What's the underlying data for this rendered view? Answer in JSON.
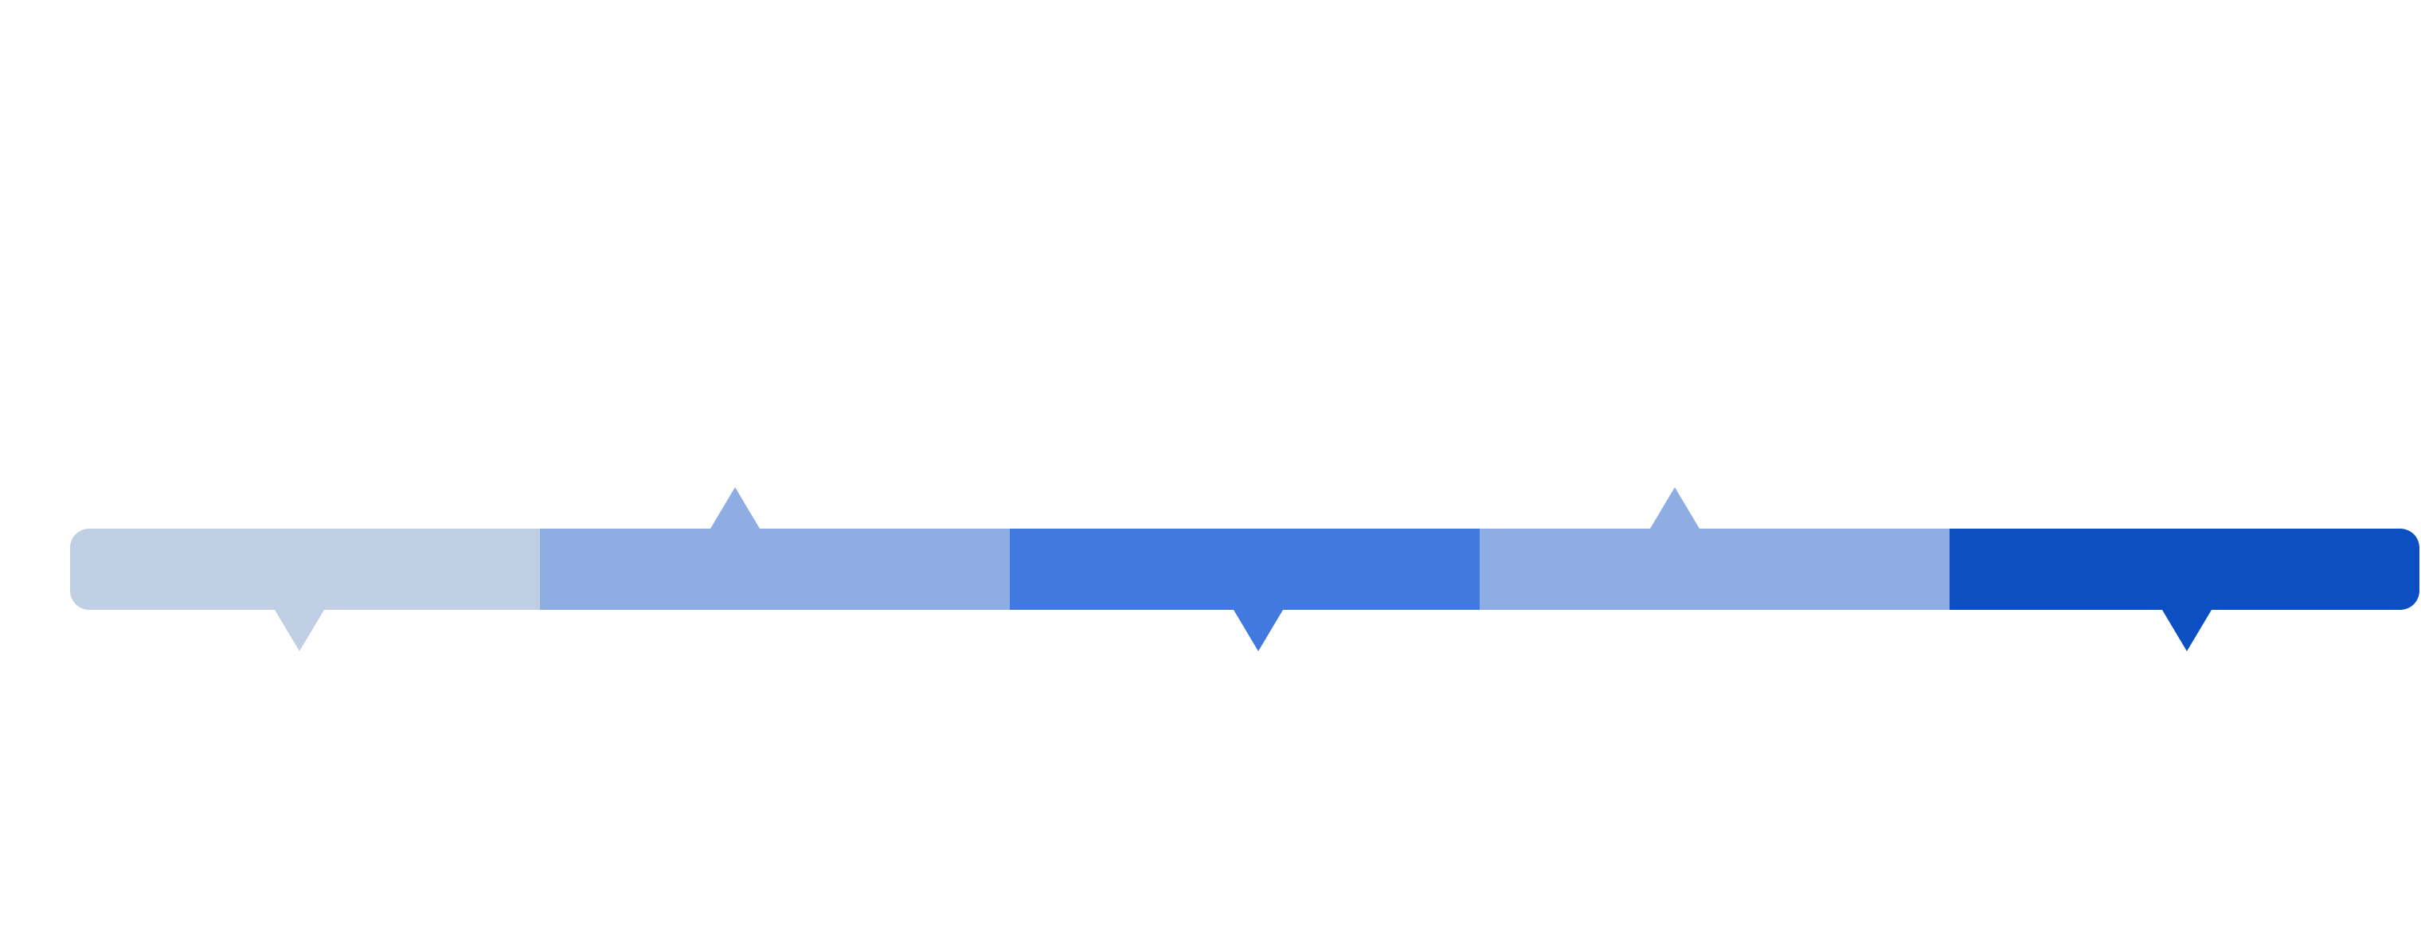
{
  "timeline": {
    "segments": [
      {
        "id": "segment-1",
        "color": "#c1cfe5",
        "marker": "down"
      },
      {
        "id": "segment-2",
        "color": "#8eade3",
        "marker": "up"
      },
      {
        "id": "segment-3",
        "color": "#4179de",
        "marker": "down"
      },
      {
        "id": "segment-4",
        "color": "#8eade3",
        "marker": "up"
      },
      {
        "id": "segment-5",
        "color": "#0c4fc3",
        "marker": "down"
      }
    ]
  }
}
